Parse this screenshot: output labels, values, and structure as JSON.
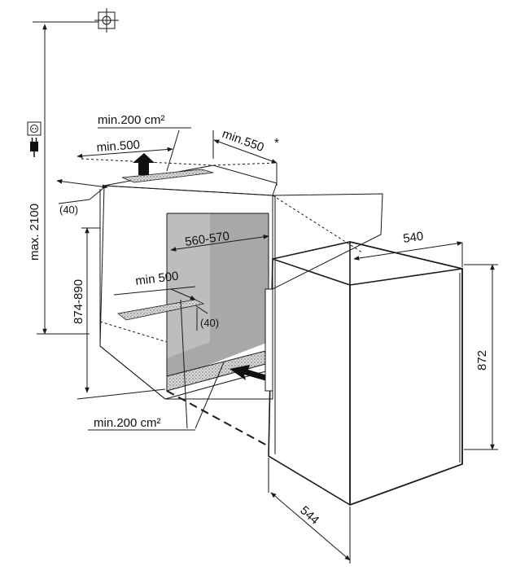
{
  "labels": {
    "top_vent_area": "min.200 cm²",
    "top_vent_depth": "min.500",
    "door_clearance": "min.550",
    "door_clearance_note": "*",
    "top_offset": "(40)",
    "max_height": "max. 2100",
    "niche_height": "874-890",
    "niche_width": "560-570",
    "floor_depth": "min 500",
    "floor_offset": "(40)",
    "bottom_vent_area": "min.200 cm²",
    "appliance_width": "540",
    "appliance_height": "872",
    "appliance_depth": "544"
  },
  "icons": {
    "water_connection": "crosshair-icon",
    "socket": "socket-icon",
    "plug": "plug-icon"
  }
}
